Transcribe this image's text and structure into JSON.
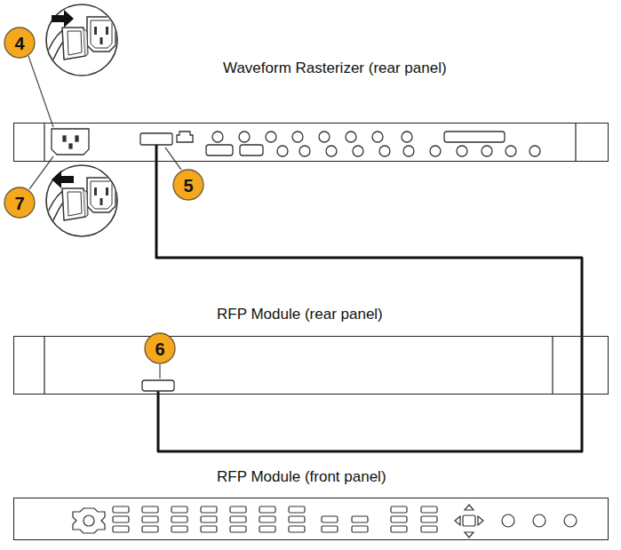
{
  "diagram": {
    "nodes": [
      {
        "text": [
          "Waveform Rasterizer (rear panel)"
        ]
      },
      {
        "text": [
          "RFP Module (rear panel)"
        ]
      },
      {
        "text": [
          "RFP Module (front panel)"
        ]
      }
    ],
    "edges": [
      {
        "from": 0,
        "to": 1,
        "arrow": "none"
      }
    ],
    "labels": [
      "4",
      "7",
      "5",
      "6"
    ]
  }
}
